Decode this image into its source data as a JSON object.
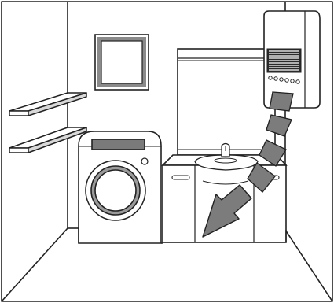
{
  "scene": {
    "type": "laundry-room illustration",
    "colors": {
      "outline": "#222222",
      "background": "#ffffff",
      "mirror_glass": "#ffffff",
      "mirror_frame": "#8a8a8a",
      "panel_gray": "#7a7a7a",
      "vent_dark": "#2b2b2b",
      "arrow_gray": "#7c7c7c",
      "light_gray": "#e6e6e6"
    },
    "objects": [
      "wall-mirror",
      "wall-shelves",
      "washing-machine",
      "vanity-mirror",
      "sink-cabinet",
      "wall-mounted-dehumidifier",
      "airflow-arrow"
    ],
    "airflow_panels": 4,
    "airflow_direction": "from-unit-down-to-cabinet",
    "dehumidifier_indicator_dots": 6,
    "vent_slats": 9
  }
}
